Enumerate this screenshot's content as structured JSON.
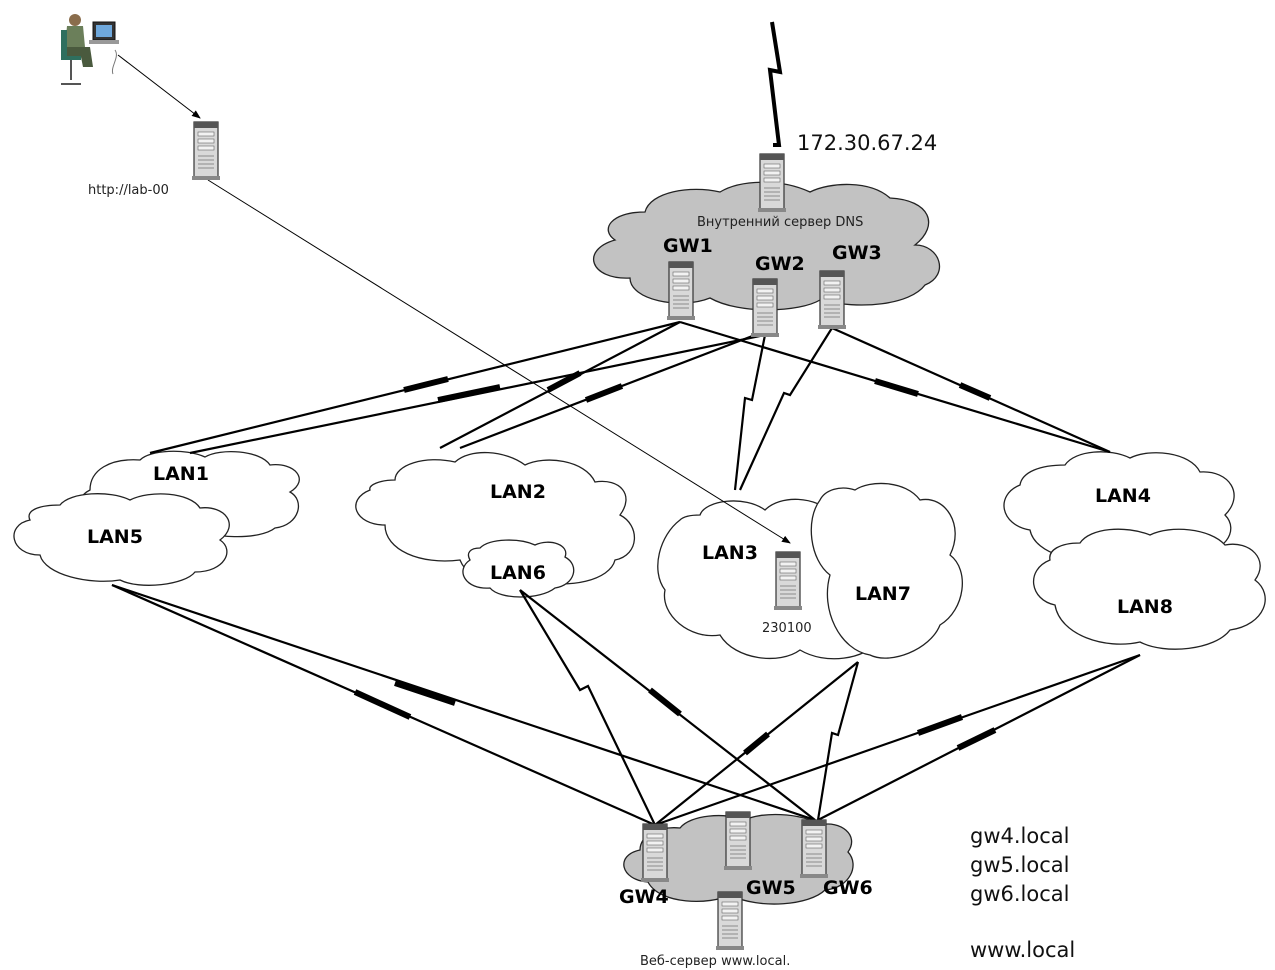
{
  "top": {
    "dns_ip": "172.30.67.24",
    "dns_server_label": "Внутренний сервер DNS",
    "client_url": "http://lab-00"
  },
  "gateways_top": [
    "GW1",
    "GW2",
    "GW3"
  ],
  "lans": [
    "LAN1",
    "LAN2",
    "LAN3",
    "LAN4",
    "LAN5",
    "LAN6",
    "LAN7",
    "LAN8"
  ],
  "lan3_server": "230100",
  "gateways_bottom": [
    "GW4",
    "GW5",
    "GW6"
  ],
  "web_server_label": "Веб-сервер www.local.",
  "hostnames": [
    "gw4.local",
    "gw5.local",
    "gw6.local",
    "www.local"
  ],
  "icons": {
    "user": "user-at-workstation-icon",
    "server": "server-tower-icon",
    "cloud": "network-cloud-icon",
    "wan_link": "lightning-link-icon"
  },
  "colors": {
    "lan_cloud": "#ffffff",
    "gateway_cloud": "#c2c2c2",
    "link": "#000000"
  }
}
